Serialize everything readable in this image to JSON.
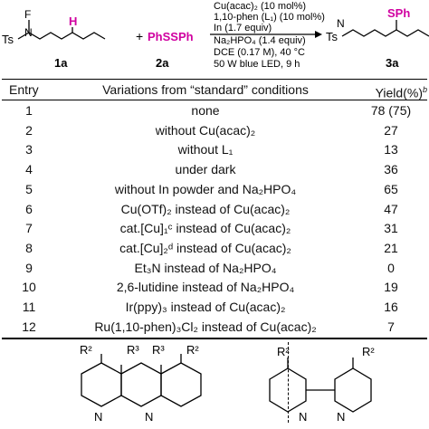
{
  "scheme": {
    "reactant1_label": "1a",
    "reactant2": "PhSSPh",
    "reactant2_label": "2a",
    "product_label": "3a",
    "atom_F": "F",
    "atom_N": "N",
    "atom_H": "H",
    "group_Ts": "Ts",
    "product_SPh": "SPh",
    "plus": "+",
    "conditions": [
      "Cu(acac)₂ (10 mol%)",
      "1,10-phen (L₁) (10 mol%)",
      "In (1.7 equiv)",
      "Na₂HPO₄ (1.4 equiv)",
      "DCE (0.17 M), 40 °C",
      "50 W blue LED, 9 h"
    ]
  },
  "table": {
    "headers": {
      "entry": "Entry",
      "variation": "Variations from “standard” conditions",
      "yield": "Yield(%)",
      "yield_footnote": "b"
    },
    "rows": [
      {
        "entry": "1",
        "variation": "none",
        "yield": "78 (75)"
      },
      {
        "entry": "2",
        "variation": "without Cu(acac)₂",
        "yield": "27"
      },
      {
        "entry": "3",
        "variation": "without L₁",
        "yield": "13"
      },
      {
        "entry": "4",
        "variation": "under dark",
        "yield": "36"
      },
      {
        "entry": "5",
        "variation": "without In powder and Na₂HPO₄",
        "yield": "65"
      },
      {
        "entry": "6",
        "variation": "Cu(OTf)₂ instead of Cu(acac)₂",
        "yield": "47"
      },
      {
        "entry": "7",
        "variation": "cat.[Cu]₁ᶜ instead of Cu(acac)₂",
        "yield": "31"
      },
      {
        "entry": "8",
        "variation": "cat.[Cu]₂ᵈ instead of Cu(acac)₂",
        "yield": "21"
      },
      {
        "entry": "9",
        "variation": "Et₃N instead of Na₂HPO₄",
        "yield": "0"
      },
      {
        "entry": "10",
        "variation": "2,6-lutidine instead of Na₂HPO₄",
        "yield": "19"
      },
      {
        "entry": "11",
        "variation": "Ir(ppy)₃ instead of Cu(acac)₂",
        "yield": "16"
      },
      {
        "entry": "12",
        "variation": "Ru(1,10-phen)₃Cl₂ instead of Cu(acac)₂",
        "yield": "7"
      }
    ]
  },
  "structures": {
    "phen_R2": "R²",
    "phen_R3": "R³",
    "phen_N": "N",
    "bipy_R2": "R²",
    "bipy_N": "N"
  }
}
